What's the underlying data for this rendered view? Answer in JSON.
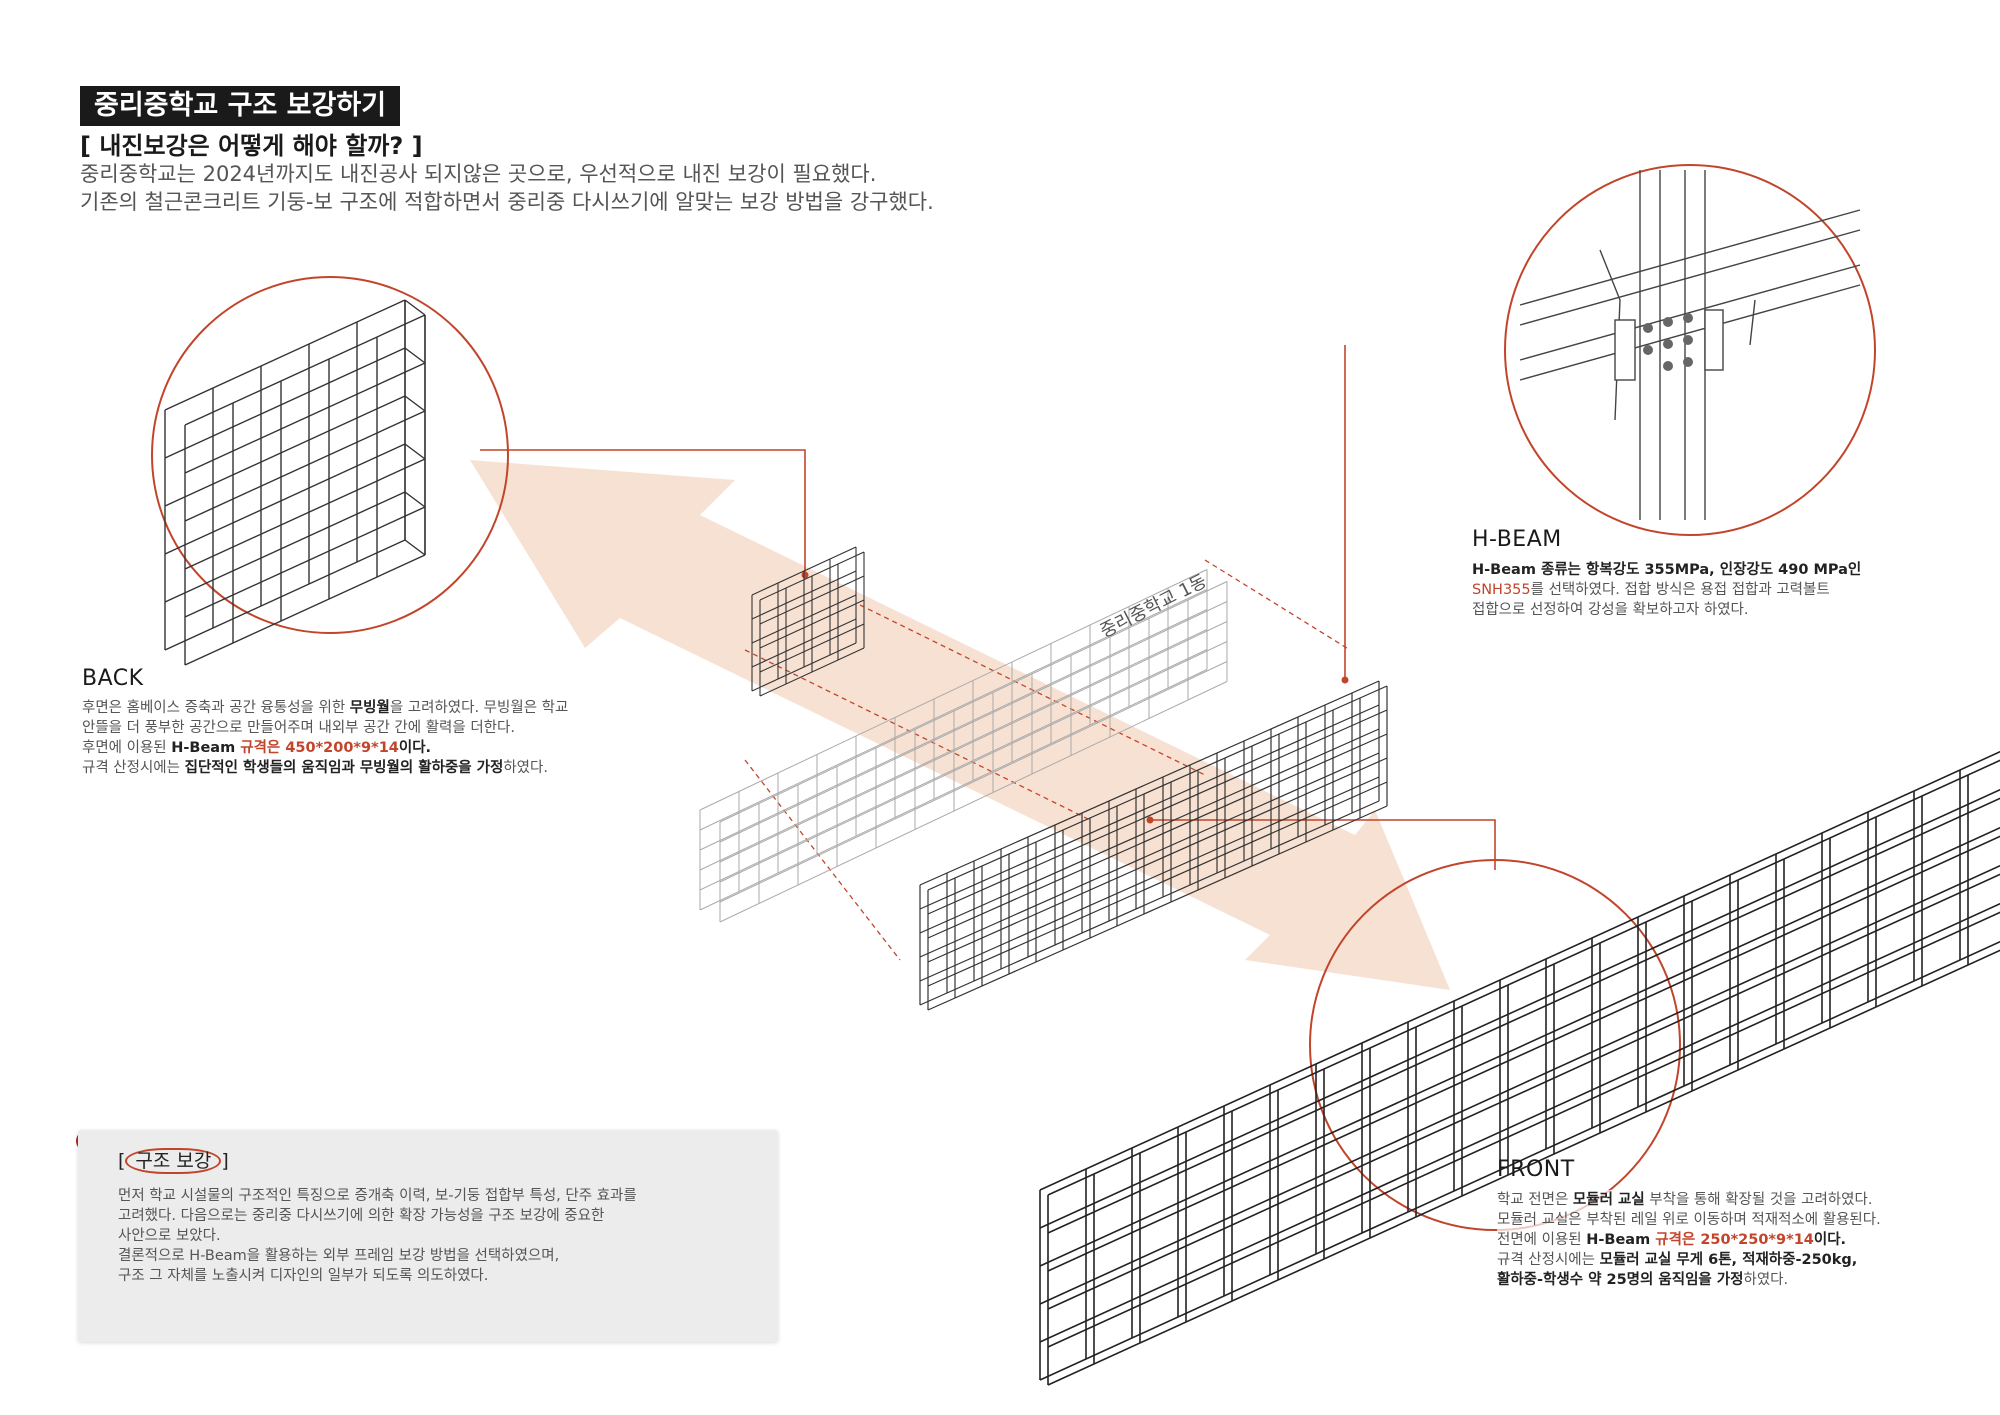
{
  "header": {
    "title": "중리중학교 구조 보강하기",
    "subtitle": "[ 내진보강은 어떻게 해야 할까? ]",
    "intro_line_1": "중리중학교는 2024년까지도 내진공사 되지않은 곳으로, 우선적으로 내진 보강이 필요했다.",
    "intro_line_2": "기존의 철근콘크리트 기둥-보 구조에 적합하면서 중리중 다시쓰기에 알맞는 보강 방법을 강구했다."
  },
  "back": {
    "heading": "BACK",
    "line_1_a": "후면은 홈베이스 증축과 공간 융통성을 위한 ",
    "line_1_b": "무빙월",
    "line_1_c": "을 고려하였다. 무빙월은 학교",
    "line_2": "안뜰을 더 풍부한 공간으로 만들어주며 내외부 공간 간에 활력을 더한다.",
    "line_3_a": "후면에 이용된 ",
    "line_3_b": "H-Beam",
    "line_3_c": " 규격은 450*200*9*14",
    "line_3_d": "이다.",
    "line_4_a": "규격 산정시에는 ",
    "line_4_b": "집단적인 학생들의 움직임과 무빙월의 활하중을 가정",
    "line_4_c": "하였다."
  },
  "hbeam": {
    "heading": "H-BEAM",
    "line_1_a": "H-Beam ",
    "line_1_b": "종류는 항복강도 355MPa, 인장강도 490 MPa인",
    "line_2_a": "SNH355",
    "line_2_b": "를 선택하였다. 접합 방식은 용접 접합과 고력볼트",
    "line_3": "접합으로 선정하여 강성을 확보하고자 하였다."
  },
  "front": {
    "heading": "FRONT",
    "line_1_a": "학교 전면은 ",
    "line_1_b": "모듈러 교실",
    "line_1_c": " 부착을 통해 확장될 것을 고려하였다.",
    "line_2": "모듈러 교실은 부착된 레일 위로 이동하며 적재적소에 활용된다.",
    "line_3_a": "전면에 이용된 ",
    "line_3_b": "H-Beam",
    "line_3_c": " 규격은 250*250*9*14",
    "line_3_d": "이다.",
    "line_4_a": "규격 산정시에는 ",
    "line_4_b": "모듈러 교실 무게 6톤, 적재하중-250kg,",
    "line_5_a": "활하중-학생수 약 25명의 움직임을 가정",
    "line_5_b": "하였다."
  },
  "note": {
    "heading": "구조 보강",
    "line_1": "먼저 학교 시설물의 구조적인 특징으로 증개축 이력, 보-기둥 접합부 특성, 단주 효과를",
    "line_2": "고려했다. 다음으로는 중리중 다시쓰기에 의한 확장 가능성을 구조 보강에 중요한",
    "line_3": "사안으로 보았다.",
    "line_4": "결론적으로 H-Beam을 활용하는 외부 프레임 보강 방법을 선택하였으며,",
    "line_5": "구조 그 자체를 노출시켜 디자인의 일부가 되도록 의도하였다."
  },
  "building_sign": "중리중학교 1동",
  "colors": {
    "accent": "#c2452b",
    "arrow": "#f6dccb",
    "title_bg": "#1a1a1a",
    "frame_line": "#333333"
  },
  "icons": {
    "pin": "pushpin-icon"
  }
}
